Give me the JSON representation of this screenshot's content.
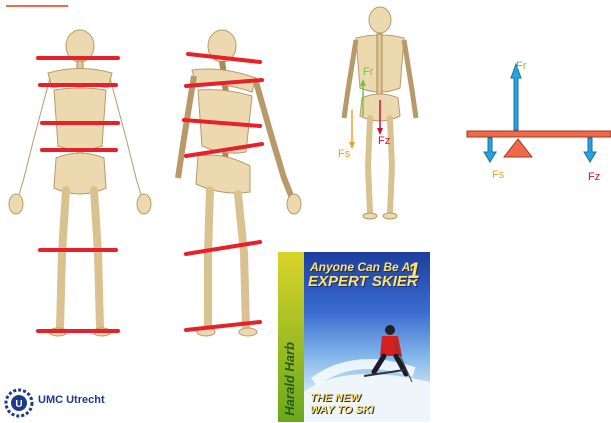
{
  "colors": {
    "level_line": "#e8202a",
    "accent_bar": "#f06a4a",
    "force_fr": "#7ac142",
    "force_fs": "#f0a020",
    "force_fz": "#d01030",
    "arrow_blue": "#29a3e0",
    "beam": "#f06a4a",
    "logo_blue": "#1e3a8a"
  },
  "skeleton_force": {
    "fr_label": "Fr",
    "fs_label": "Fs",
    "fz_label": "Fz"
  },
  "lever": {
    "fr_label": "Fr",
    "fs_label": "Fs",
    "fz_label": "Fz"
  },
  "book": {
    "title_line1": "Anyone Can Be An",
    "title_line2": "EXPERT SKIER",
    "number": "1",
    "author": "Harald Harb",
    "tagline_line1": "THE NEW",
    "tagline_line2": "WAY TO SKI"
  },
  "logo": {
    "icon": "umc-seal-icon",
    "text": "UMC Utrecht"
  }
}
